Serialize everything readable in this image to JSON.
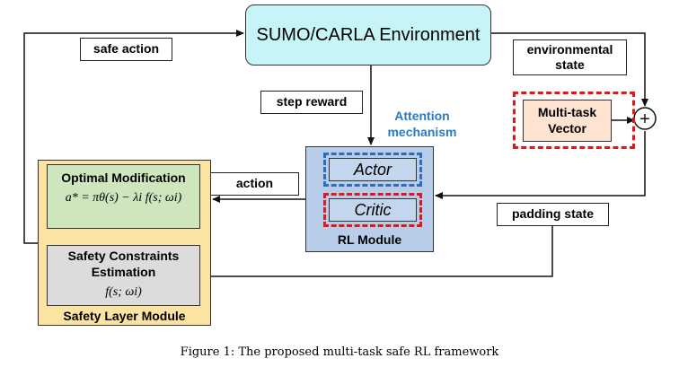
{
  "environment": {
    "title": "SUMO/CARLA Environment"
  },
  "labels": {
    "safe_action": "safe action",
    "environmental_state": "environmental state",
    "step_reward": "step reward",
    "attention": "Attention mechanism",
    "action": "action",
    "padding_state": "padding state"
  },
  "multitask_vector": "Multi-task Vector",
  "plus_symbol": "+",
  "rl_module": {
    "title": "RL Module",
    "actor": "Actor",
    "critic": "Critic"
  },
  "safety_layer": {
    "title": "Safety Layer Module",
    "optimal_title": "Optimal Modification",
    "optimal_equation": "a* = πθ(s) − λi f(s; ωi)",
    "constraints_title": "Safety Constraints Estimation",
    "constraints_equation": "f(s; ωi)"
  },
  "caption": "Figure 1: The proposed multi-task safe RL framework",
  "colors": {
    "environment_fill": "#c6f4f7",
    "multitask_fill": "#fde3d0",
    "rl_fill": "#b7cdea",
    "safety_fill": "#fbe3a1",
    "optimal_fill": "#cde6bd",
    "constraints_fill": "#dcdcdc",
    "attention_text": "#2a7bc4",
    "actor_dash": "#2f6db5",
    "critic_dash": "#e0181b"
  }
}
